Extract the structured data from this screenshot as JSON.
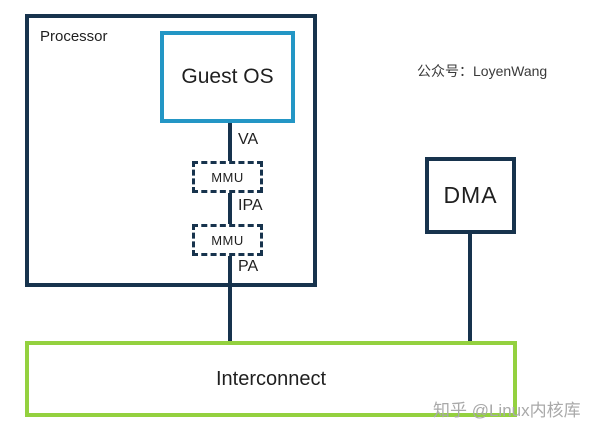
{
  "diagram": {
    "processor_label": "Processor",
    "guest_os_label": "Guest OS",
    "va_label": "VA",
    "mmu_stage1_label": "MMU",
    "ipa_label": "IPA",
    "mmu_stage2_label": "MMU",
    "pa_label": "PA",
    "dma_label": "DMA",
    "interconnect_label": "Interconnect"
  },
  "annotations": {
    "brand_text": "公众号：LoyenWang",
    "watermark_text": "知乎 @Linux内核库"
  },
  "colors": {
    "navy": "#17334d",
    "blue": "#2396c5",
    "green": "#94d13f",
    "text_dark": "#1f1f1f",
    "watermark_gray": "#a9a9a9",
    "brand_text_color": "#3a3a3a"
  }
}
